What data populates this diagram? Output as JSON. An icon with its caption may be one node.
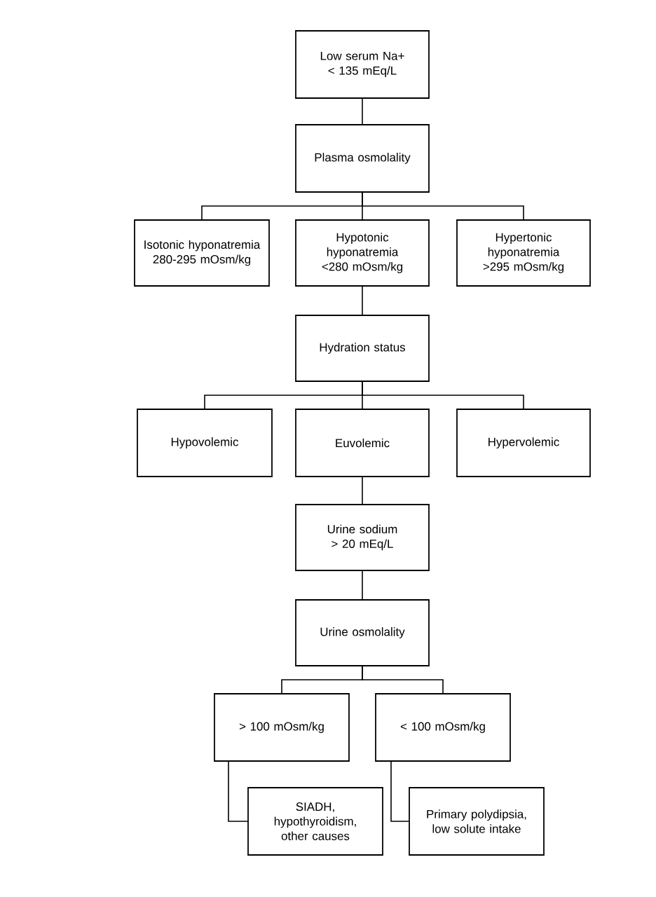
{
  "diagram": {
    "nodes": [
      {
        "text": [
          "Low serum Na+ < 135 mEq/L"
        ]
      },
      {
        "text": [
          "Plasma osmolality"
        ]
      },
      {
        "text": [
          "Isotonic hyponatremia 280-295 mOsm/kg"
        ]
      },
      {
        "text": [
          "Hypotonic hyponatremia <280 mOsm/kg"
        ]
      },
      {
        "text": [
          "Hypertonic hyponatremia >295 mOsm/kg"
        ]
      },
      {
        "text": [
          "Hydration status"
        ]
      },
      {
        "text": [
          "Hypovolemic"
        ]
      },
      {
        "text": [
          "Euvolemic"
        ]
      },
      {
        "text": [
          "Hypervolemic"
        ]
      },
      {
        "text": [
          "Urine sodium > 20 mEq/L"
        ]
      },
      {
        "text": [
          "Urine osmolality"
        ]
      },
      {
        "text": [
          "> 100 mOsm/kg"
        ]
      },
      {
        "text": [
          "< 100 mOsm/kg"
        ]
      },
      {
        "text": [
          "SIADH, hypothyroidism, other causes"
        ]
      },
      {
        "text": [
          "Primary polydipsia, low solute intake"
        ]
      }
    ],
    "edges": [
      {
        "from": 0,
        "to": 1,
        "arrow": "none"
      },
      {
        "from": 1,
        "to": 2,
        "arrow": "none"
      },
      {
        "from": 1,
        "to": 3,
        "arrow": "none"
      },
      {
        "from": 1,
        "to": 4,
        "arrow": "none"
      },
      {
        "from": 3,
        "to": 5,
        "arrow": "none"
      },
      {
        "from": 5,
        "to": 6,
        "arrow": "none"
      },
      {
        "from": 5,
        "to": 7,
        "arrow": "none"
      },
      {
        "from": 5,
        "to": 8,
        "arrow": "none"
      },
      {
        "from": 7,
        "to": 9,
        "arrow": "none"
      },
      {
        "from": 9,
        "to": 10,
        "arrow": "none"
      },
      {
        "from": 10,
        "to": 11,
        "arrow": "none"
      },
      {
        "from": 10,
        "to": 12,
        "arrow": "none"
      },
      {
        "from": 11,
        "to": 13,
        "arrow": "none"
      },
      {
        "from": 12,
        "to": 14,
        "arrow": "none"
      }
    ]
  }
}
